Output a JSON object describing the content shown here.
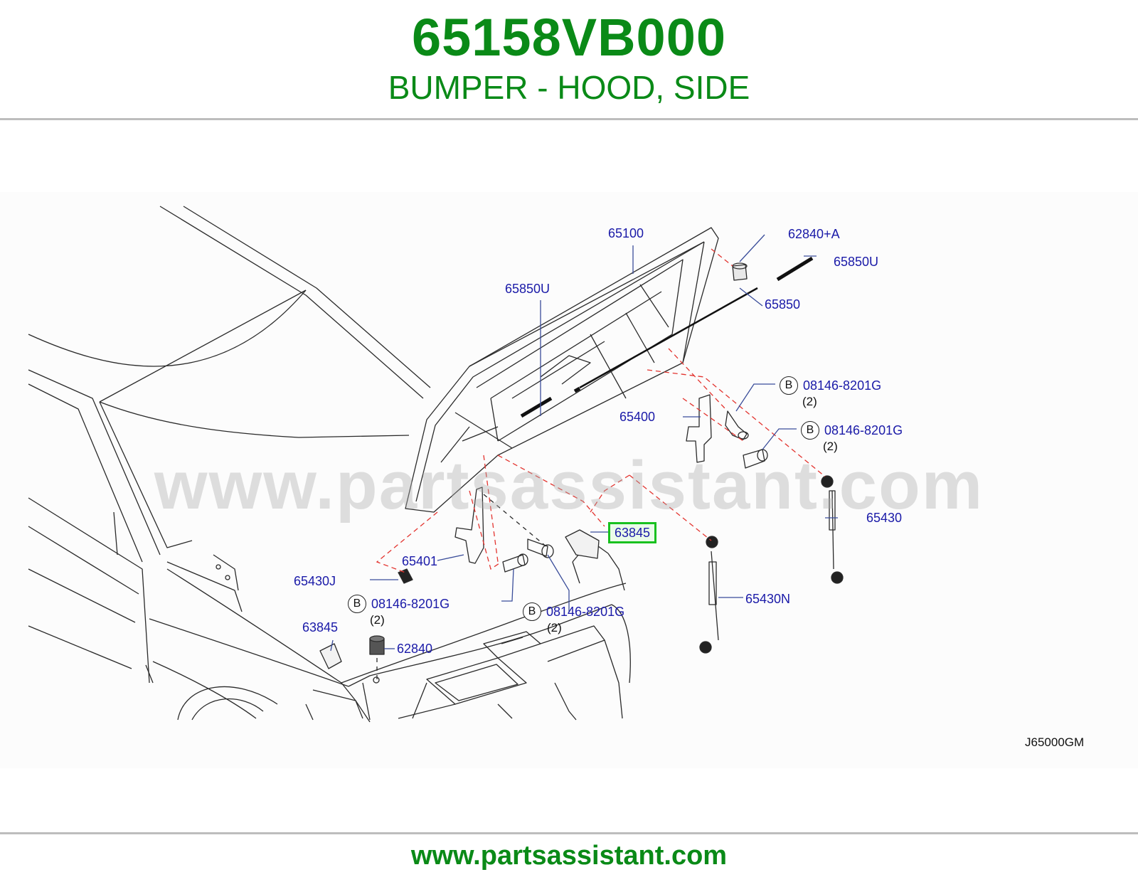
{
  "header": {
    "part_number": "65158VB000",
    "part_name": "BUMPER - HOOD, SIDE"
  },
  "watermark": "www.partsassistant.com",
  "footer": {
    "link_text": "www.partsassistant.com"
  },
  "diagram": {
    "code": "J65000GM",
    "badge_letter": "B",
    "qty_label": "(2)",
    "callouts": {
      "hood": "65100",
      "bumper_rubber_a": "62840+A",
      "seal_right": "65850U",
      "seal_left": "65850U",
      "seal_strip": "65850",
      "bolt_1": "08146-8201G",
      "bolt_2": "08146-8201G",
      "bolt_3": "08146-8201G",
      "bolt_4": "08146-8201G",
      "hinge_right": "65400",
      "hinge_left": "65401",
      "stay_right": "65430",
      "stay_left": "65430N",
      "stay_clip": "65430J",
      "side_bumper_highlight": "63845",
      "side_bumper_lower": "63845",
      "bumper_rubber": "62840"
    }
  }
}
